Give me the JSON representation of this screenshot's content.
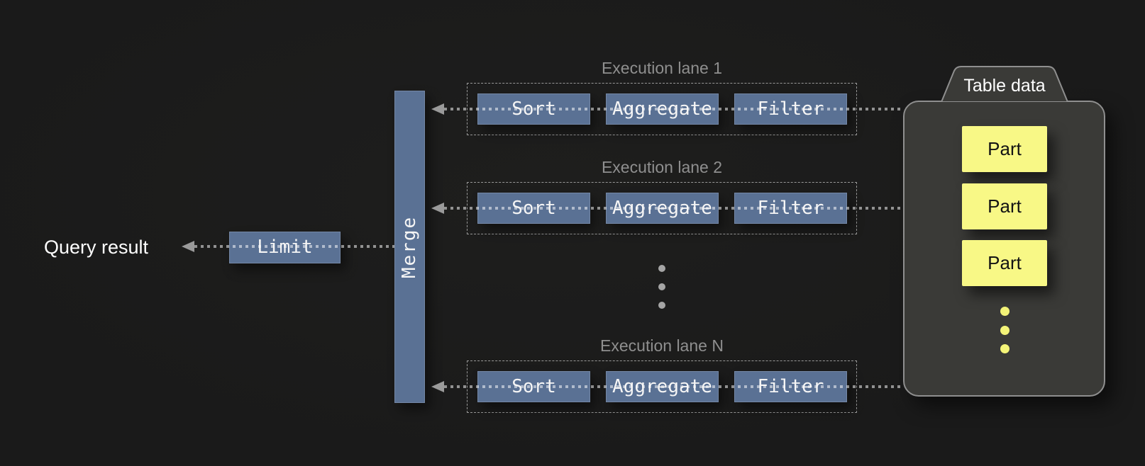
{
  "diagram": {
    "query_result_label": "Query result",
    "limit_label": "Limit",
    "merge_label": "Merge",
    "lanes": [
      {
        "title": "Execution lane 1",
        "operators": [
          "Sort",
          "Aggregate",
          "Filter"
        ]
      },
      {
        "title": "Execution lane 2",
        "operators": [
          "Sort",
          "Aggregate",
          "Filter"
        ]
      },
      {
        "title": "Execution lane N",
        "operators": [
          "Sort",
          "Aggregate",
          "Filter"
        ]
      }
    ],
    "table": {
      "title": "Table data",
      "parts": [
        "Part",
        "Part",
        "Part"
      ]
    },
    "colors": {
      "background": "#1b1b1b",
      "operator_blue": "#5a7194",
      "part_yellow": "#f8f886",
      "ellipsis_yellow": "#f4f478",
      "ellipsis_gray": "#a5a5a5",
      "arrow_gray": "#9a9a9a",
      "lane_label_gray": "#8f8f8f",
      "table_fill": "#3a3a37",
      "table_border": "#8f8f8f",
      "text_white": "#f5f5f5"
    }
  }
}
